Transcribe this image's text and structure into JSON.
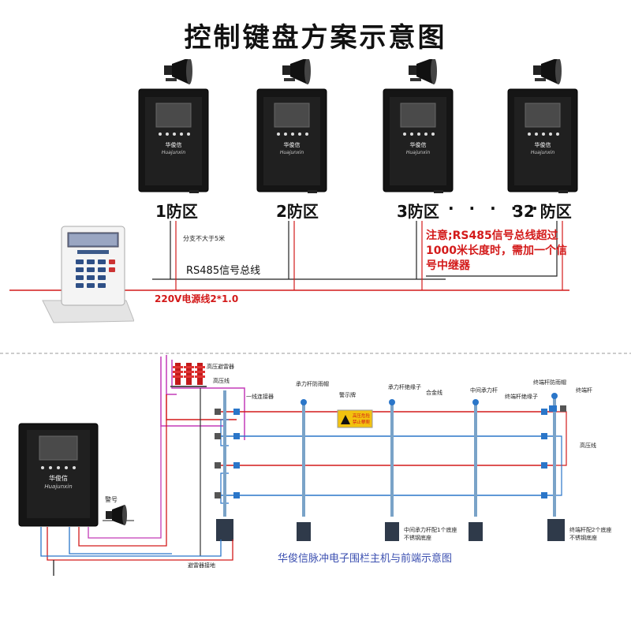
{
  "title": "控制键盘方案示意图",
  "zones": [
    "1防区",
    "2防区",
    "3防区",
    "32 防区"
  ],
  "zone_ellipsis": "· · · · ·",
  "host_brand": "华俊信",
  "host_script": "Huajunxin",
  "branch_note": "分支不大于5米",
  "bus_label": "RS485信号总线",
  "power_label": "220V电源线2*1.0",
  "note": "注意;RS485信号总线超过1000米长度时，需加一个信号中继器",
  "fence": {
    "arrester": "高压避雷器",
    "hv_line": "高压线",
    "connector": "一线连接器",
    "bearing_cap": "承力杆防雨帽",
    "warning_sign": "警示牌",
    "bearing_insulator": "承力杆绝缘子",
    "alloy_wire": "合金线",
    "mid_pole": "中间承力杆",
    "end_insulator": "终端杆绝缘子",
    "end_cap": "终端杆防雨帽",
    "end_pole": "终端杆",
    "hv_line_right": "高压线",
    "mid_base": "中间承力杆配1个底座",
    "mid_base_note": "不锈钢底座",
    "end_base": "终端杆配2个底座",
    "end_base_note": "不锈钢底座",
    "ground": "避雷器接地",
    "alarm": "警号",
    "sign_line1": "高压危险",
    "sign_line2": "禁止攀爬"
  },
  "caption": "华俊信脉冲电子围栏主机与前端示意图",
  "colors": {
    "red_wire": "#d31a1a",
    "blue_wire": "#2a76c9",
    "magenta_wire": "#c43cb8",
    "dark_wire": "#222222",
    "caption": "#3b4fb0"
  }
}
